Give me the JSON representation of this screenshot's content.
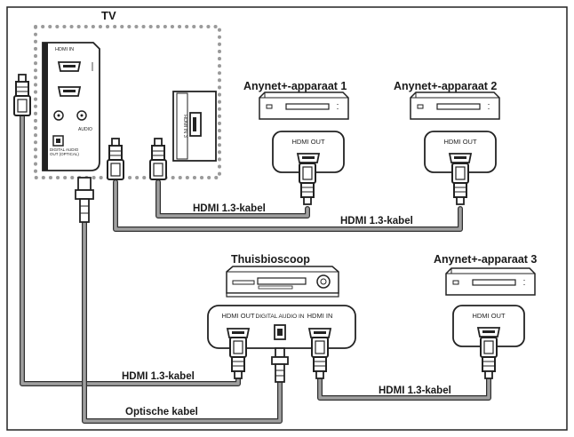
{
  "tv": {
    "title": "TV",
    "hdmi_in": "HDMI IN",
    "audio": "AUDIO",
    "digital_audio_out": "DIGITAL AUDIO OUT (OPTICAL)",
    "hdmi_in_side": "HDMI IN 3"
  },
  "devices": {
    "device1": {
      "title": "Anynet+-apparaat 1",
      "port": "HDMI OUT"
    },
    "device2": {
      "title": "Anynet+-apparaat 2",
      "port": "HDMI OUT"
    },
    "device3": {
      "title": "Anynet+-apparaat 3",
      "port": "HDMI OUT"
    },
    "home_theater": {
      "title": "Thuisbioscoop",
      "port_hdmi_out": "HDMI OUT",
      "port_digital_in": "DIGITAL AUDIO IN",
      "port_hdmi_in": "HDMI IN"
    }
  },
  "cables": {
    "hdmi_1": "HDMI 1.3-kabel",
    "hdmi_2": "HDMI 1.3-kabel",
    "hdmi_3": "HDMI 1.3-kabel",
    "hdmi_4": "HDMI 1.3-kabel",
    "optical": "Optische kabel"
  },
  "colors": {
    "cable": "#a0a0a0",
    "cable_edge": "#303030",
    "outline": "#222222",
    "dots": "#9a9a9a"
  }
}
